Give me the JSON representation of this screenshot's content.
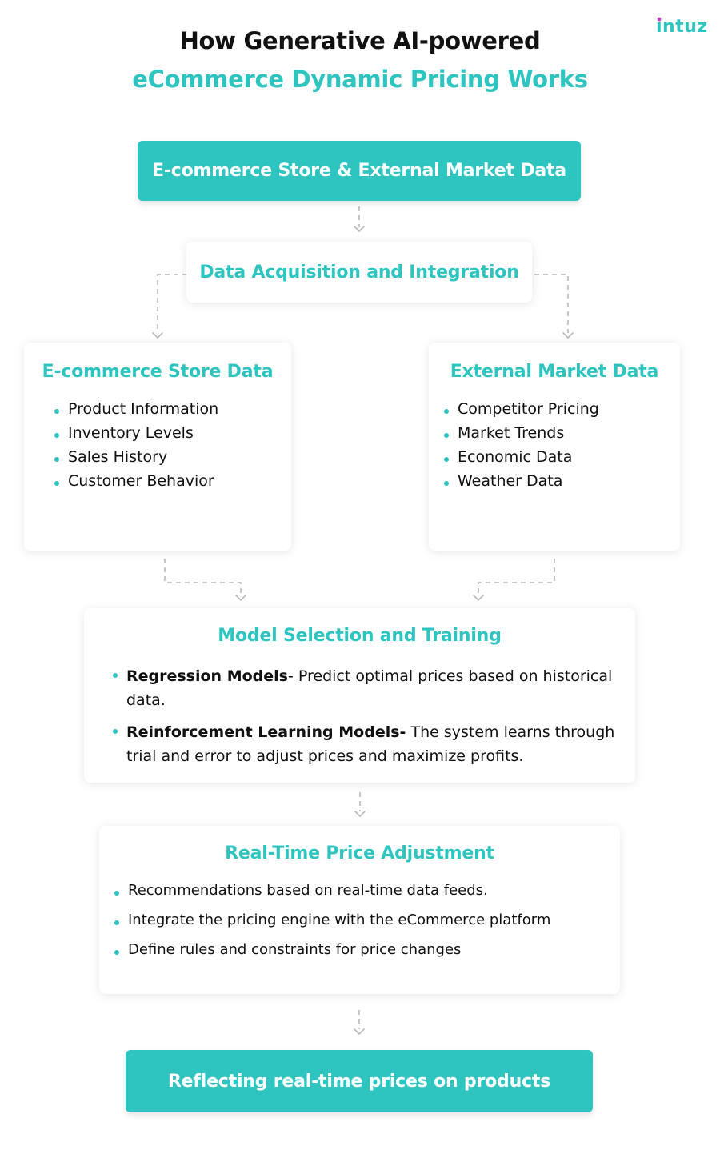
{
  "brand": {
    "logo_text": "intuz",
    "accent_color": "#2ec4c0",
    "logo_accent_color": "#c53ebd"
  },
  "header": {
    "title_line1": "How Generative AI-powered",
    "title_line2": "eCommerce Dynamic Pricing Works"
  },
  "flow": {
    "input_box": "E-commerce Store & External Market Data",
    "acquisition_box": "Data Acquisition and Integration",
    "store_data": {
      "title": "E-commerce Store Data",
      "items": [
        "Product Information",
        "Inventory Levels",
        "Sales History",
        "Customer Behavior"
      ]
    },
    "market_data": {
      "title": "External Market Data",
      "items": [
        "Competitor Pricing",
        "Market Trends",
        "Economic Data",
        "Weather Data"
      ]
    },
    "model": {
      "title": "Model Selection and Training",
      "items": [
        {
          "bold": "Regression Models",
          "text": "- Predict optimal prices based on historical data."
        },
        {
          "bold": "Reinforcement Learning Models-",
          "text": " The system learns through trial and error to adjust prices and maximize profits."
        }
      ]
    },
    "realtime": {
      "title": "Real-Time Price Adjustment",
      "items": [
        "Recommendations based on real-time data feeds.",
        "Integrate the pricing engine with the eCommerce platform",
        "Define rules and constraints for price changes"
      ]
    },
    "output_box": "Reflecting real-time prices on products"
  }
}
